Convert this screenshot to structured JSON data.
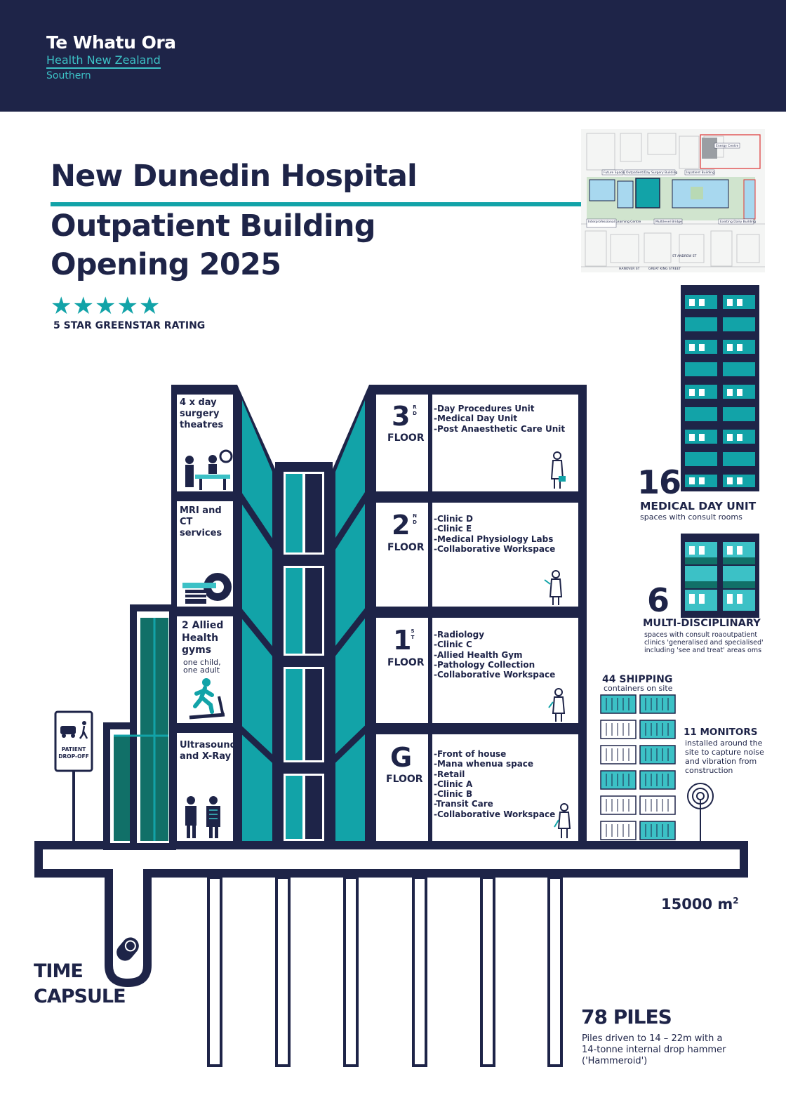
{
  "logo": {
    "name": "Te Whatu Ora",
    "subtitle": "Health New Zealand",
    "region": "Southern"
  },
  "title": {
    "line1": "New Dunedin Hospital",
    "line2": "Outpatient Building",
    "line3": "Opening 2025"
  },
  "rating": {
    "stars": 5,
    "stars_text": "★★★★★",
    "label": "5 STAR GREENSTAR RATING"
  },
  "colors": {
    "navy": "#1e2448",
    "teal": "#12a3a8",
    "dark_teal": "#117068",
    "light_teal": "#3cc1c6"
  },
  "site_map": {
    "labels": [
      "Energy Centre",
      "Future Spaces",
      "Outpatient/Day Surgery Building",
      "Inpatient Building",
      "Interprofessional Learning Centre",
      "Multilevel Bridge",
      "Existing Dairy Building",
      "HANOVER ST",
      "ST ANDREW ST",
      "GREAT KING STREET"
    ]
  },
  "left_wing": [
    {
      "label": "4 x day surgery theatres",
      "icon": "surgery-icon"
    },
    {
      "label": "MRI and CT services",
      "icon": "mri-scanner-icon"
    },
    {
      "label": "2 Allied Health gyms",
      "note": "one child, one adult",
      "icon": "treadmill-icon"
    },
    {
      "label": "Ultrasound and X-Ray",
      "icon": "xray-icon"
    }
  ],
  "floors": [
    {
      "num": "3",
      "sup1": "R",
      "sup2": "D",
      "word": "FLOOR",
      "items": [
        "Day Procedures Unit",
        "Medical Day Unit",
        "Post Anaesthetic Care Unit"
      ]
    },
    {
      "num": "2",
      "sup1": "N",
      "sup2": "D",
      "word": "FLOOR",
      "items": [
        "Clinic D",
        "Clinic E",
        "Medical Physiology Labs",
        "Collaborative Workspace"
      ]
    },
    {
      "num": "1",
      "sup1": "S",
      "sup2": "T",
      "word": "FLOOR",
      "items": [
        "Radiology",
        "Clinic C",
        "Allied Health Gym",
        "Pathology Collection",
        "Collaborative Workspace"
      ]
    },
    {
      "num": "G",
      "sup1": "",
      "sup2": "",
      "word": "FLOOR",
      "items": [
        "Front of house",
        "Mana whenua space",
        "Retail",
        "Clinic A",
        "Clinic B",
        "Transit Care",
        "Collaborative Workspace"
      ]
    }
  ],
  "sign": {
    "label_line1": "PATIENT",
    "label_line2": "DROP-OFF"
  },
  "stats": {
    "medical_day": {
      "num": "16",
      "heading": "MEDICAL DAY UNIT",
      "desc": "spaces with consult rooms"
    },
    "multi": {
      "num": "6",
      "heading": "MULTI-DISCIPLINARY",
      "desc": "spaces with consult roaoutpatient clinics 'generalised and specialised' including 'see and treat' areas oms"
    },
    "shipping": {
      "heading": "44 SHIPPING",
      "desc": "containers on site"
    },
    "monitors": {
      "heading": "11 MONITORS",
      "desc": "installed around the site to capture noise and vibration from construction"
    },
    "area": {
      "value": "15000 m",
      "sup": "2"
    },
    "piles": {
      "heading": "78 PILES",
      "desc": "Piles driven to 14 – 22m with a 14-tonne internal drop hammer ('Hammeroid')"
    },
    "capsule": {
      "line1": "TIME",
      "line2": "CAPSULE"
    }
  }
}
